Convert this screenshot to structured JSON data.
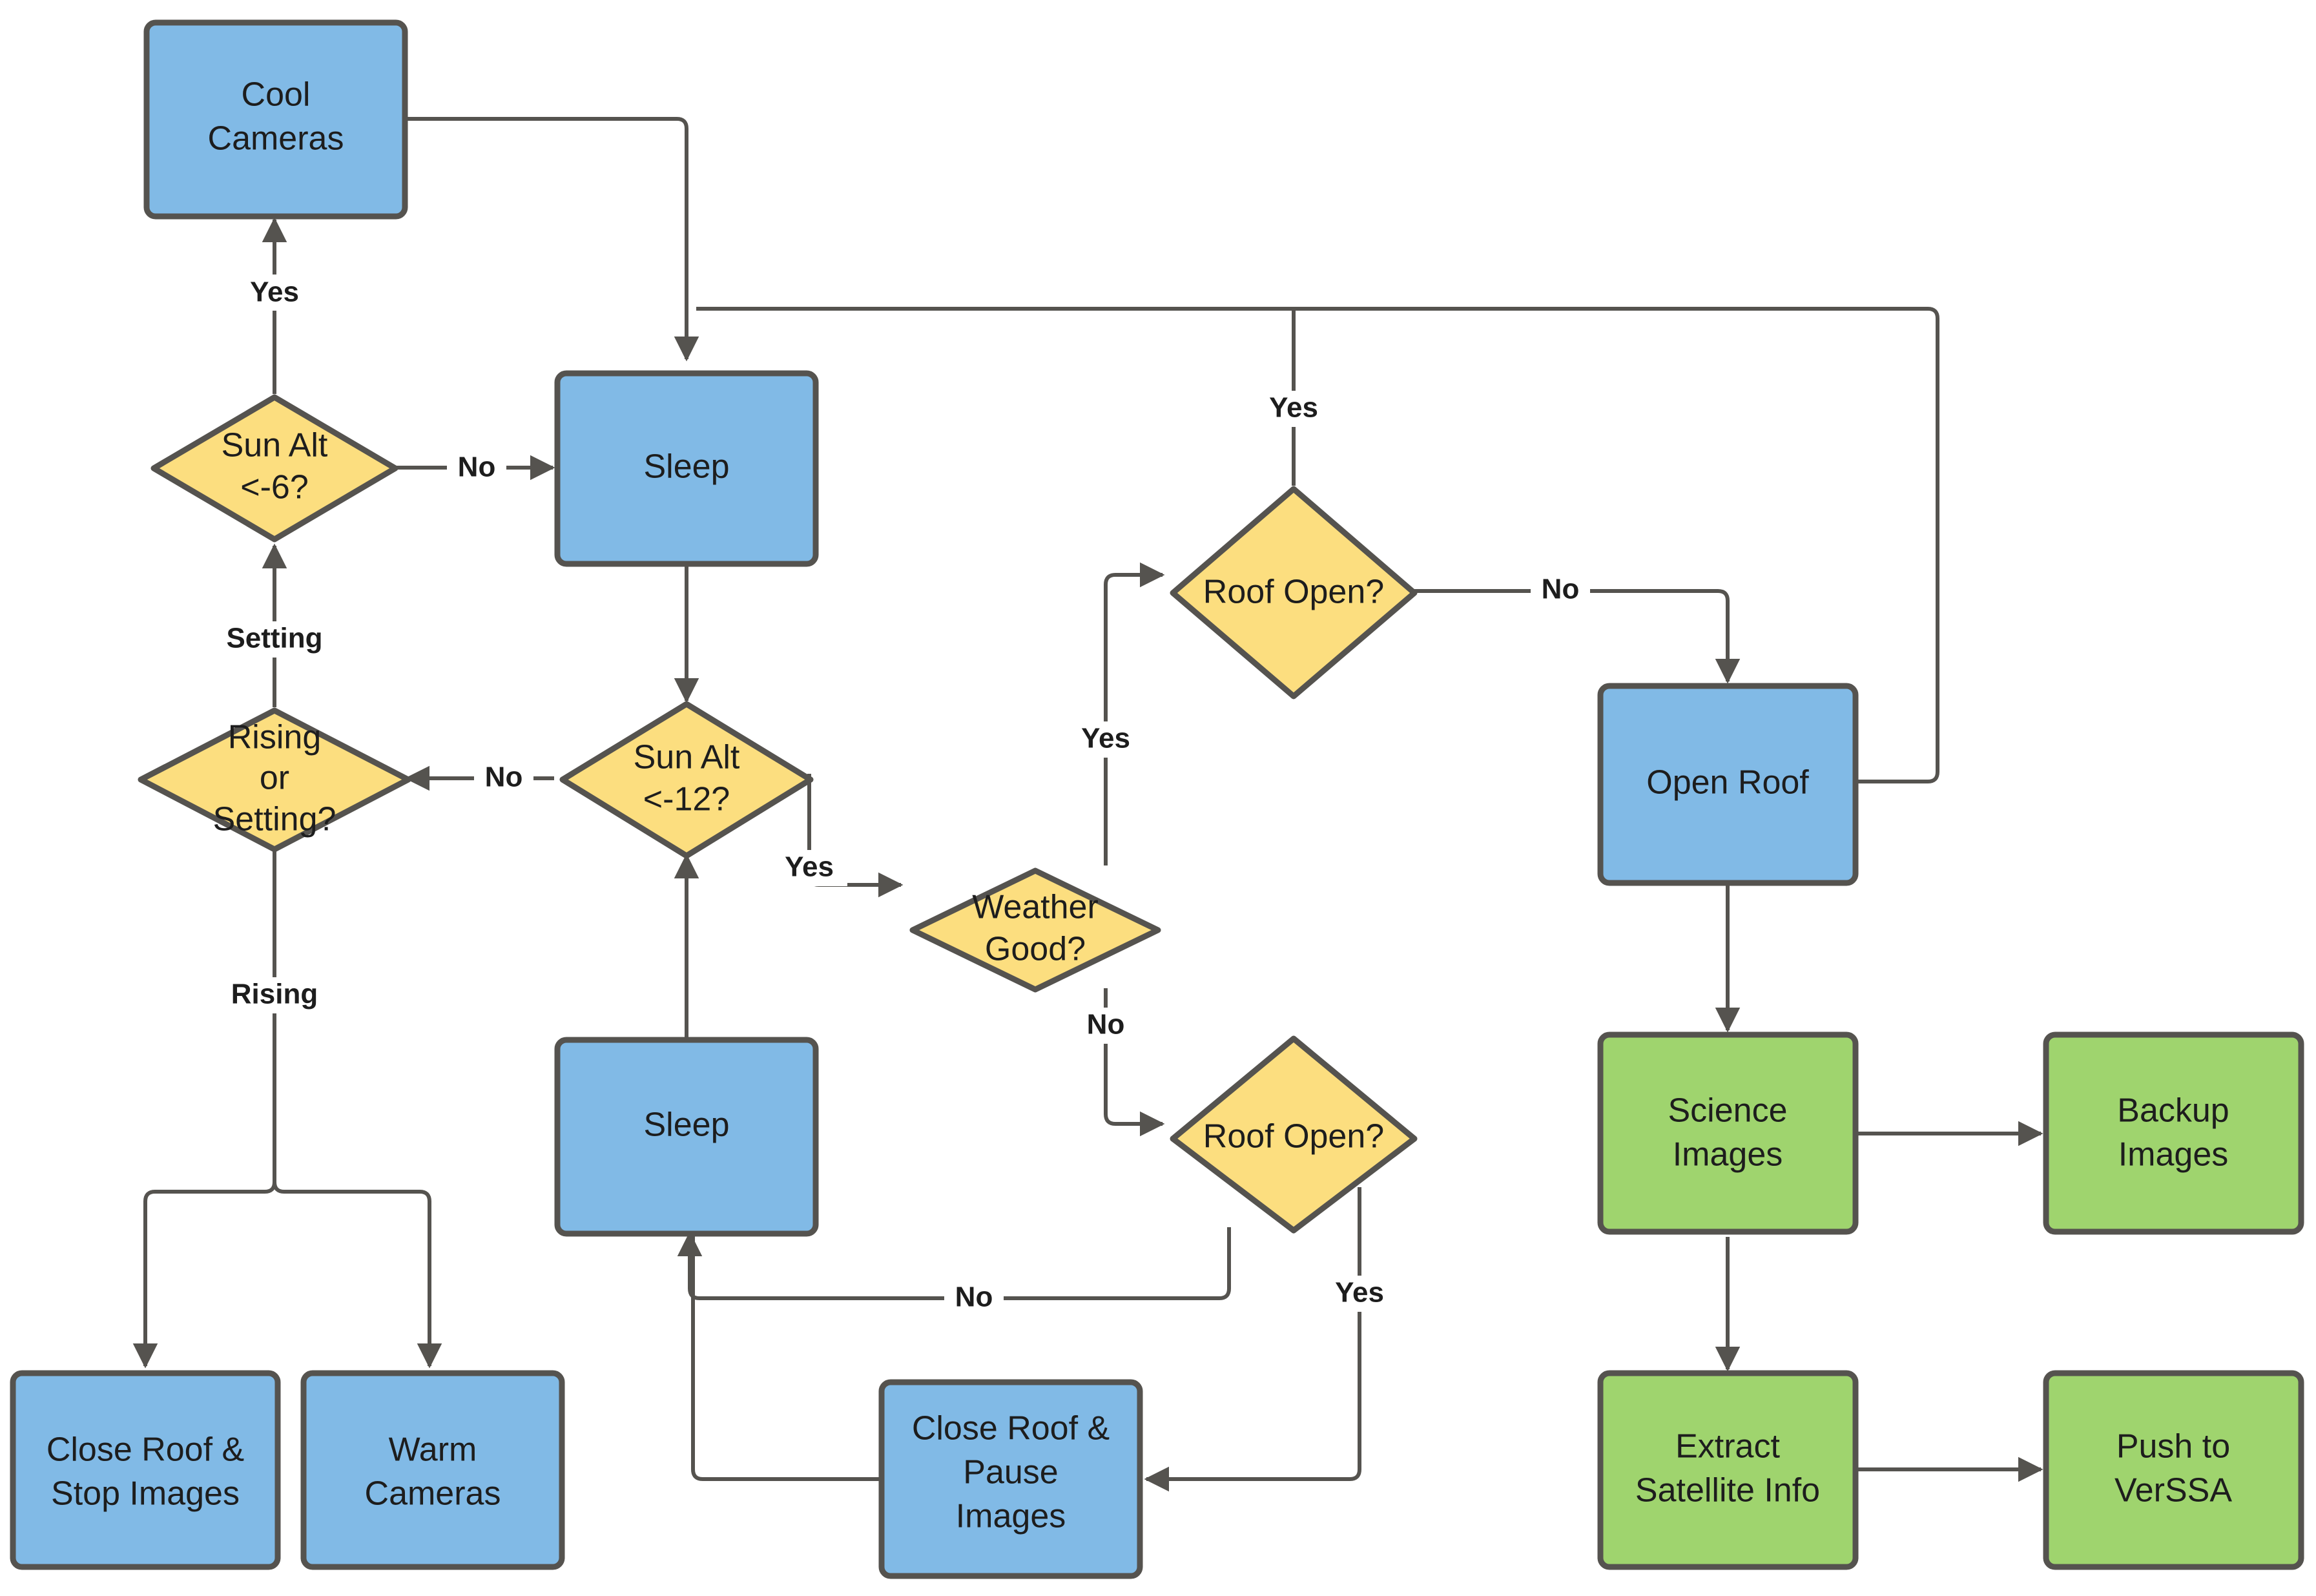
{
  "diagram": {
    "title": "Observatory Automation Flowchart",
    "colors": {
      "process_blue": "#81bae6",
      "decision_yellow": "#fcde7f",
      "data_green": "#9fd46e",
      "stroke": "#55534f",
      "text": "#1d1d1d",
      "background": "#ffffff"
    },
    "nodes": [
      {
        "id": "cool_cameras",
        "label": "Cool Cameras",
        "shape": "process",
        "color": "process_blue"
      },
      {
        "id": "sun_alt_6",
        "label": "Sun Alt <-6?",
        "shape": "decision",
        "color": "decision_yellow"
      },
      {
        "id": "sleep_top",
        "label": "Sleep",
        "shape": "process",
        "color": "process_blue"
      },
      {
        "id": "rising_or_setting",
        "label": "Rising or Setting?",
        "shape": "decision",
        "color": "decision_yellow"
      },
      {
        "id": "sun_alt_12",
        "label": "Sun Alt <-12?",
        "shape": "decision",
        "color": "decision_yellow"
      },
      {
        "id": "weather_good",
        "label": "Weather Good?",
        "shape": "decision",
        "color": "decision_yellow"
      },
      {
        "id": "roof_open_top",
        "label": "Roof Open?",
        "shape": "decision",
        "color": "decision_yellow"
      },
      {
        "id": "roof_open_bottom",
        "label": "Roof Open?",
        "shape": "decision",
        "color": "decision_yellow"
      },
      {
        "id": "open_roof",
        "label": "Open Roof",
        "shape": "process",
        "color": "process_blue"
      },
      {
        "id": "sleep_bottom",
        "label": "Sleep",
        "shape": "process",
        "color": "process_blue"
      },
      {
        "id": "close_roof_stop",
        "label": "Close Roof & Stop Images",
        "shape": "process",
        "color": "process_blue"
      },
      {
        "id": "warm_cameras",
        "label": "Warm Cameras",
        "shape": "process",
        "color": "process_blue"
      },
      {
        "id": "close_roof_pause",
        "label": "Close Roof & Pause Images",
        "shape": "process",
        "color": "process_blue"
      },
      {
        "id": "science_images",
        "label": "Science Images",
        "shape": "process",
        "color": "data_green"
      },
      {
        "id": "backup_images",
        "label": "Backup Images",
        "shape": "process",
        "color": "data_green"
      },
      {
        "id": "extract_satellite",
        "label": "Extract Satellite Info",
        "shape": "process",
        "color": "data_green"
      },
      {
        "id": "push_verssa",
        "label": "Push to VerSSA",
        "shape": "process",
        "color": "data_green"
      }
    ],
    "node_text": {
      "cool_cameras": {
        "line1": "Cool",
        "line2": "Cameras"
      },
      "sun_alt_6": {
        "line1": "Sun Alt",
        "line2": "<-6?"
      },
      "sleep_top": {
        "line1": "Sleep"
      },
      "rising_or_setting": {
        "line1": "Rising",
        "line2": "or",
        "line3": "Setting?"
      },
      "sun_alt_12": {
        "line1": "Sun Alt",
        "line2": "<-12?"
      },
      "weather_good": {
        "line1": "Weather",
        "line2": "Good?"
      },
      "roof_open_top": {
        "line1": "Roof Open?"
      },
      "roof_open_bottom": {
        "line1": "Roof Open?"
      },
      "open_roof": {
        "line1": "Open Roof"
      },
      "sleep_bottom": {
        "line1": "Sleep"
      },
      "close_roof_stop": {
        "line1": "Close Roof &",
        "line2": "Stop Images"
      },
      "warm_cameras": {
        "line1": "Warm",
        "line2": "Cameras"
      },
      "close_roof_pause": {
        "line1": "Close Roof &",
        "line2": "Pause",
        "line3": "Images"
      },
      "science_images": {
        "line1": "Science",
        "line2": "Images"
      },
      "backup_images": {
        "line1": "Backup",
        "line2": "Images"
      },
      "extract_satellite": {
        "line1": "Extract",
        "line2": "Satellite Info"
      },
      "push_verssa": {
        "line1": "Push to",
        "line2": "VerSSA"
      }
    },
    "edges": [
      {
        "id": "e1",
        "from": "sun_alt_6",
        "to": "cool_cameras",
        "label": "Yes"
      },
      {
        "id": "e2",
        "from": "sun_alt_6",
        "to": "sleep_top",
        "label": "No"
      },
      {
        "id": "e3",
        "from": "cool_cameras",
        "to": "sleep_top",
        "label": ""
      },
      {
        "id": "e4",
        "from": "rising_or_setting",
        "to": "sun_alt_6",
        "label": "Setting"
      },
      {
        "id": "e5",
        "from": "sun_alt_12",
        "to": "rising_or_setting",
        "label": "No"
      },
      {
        "id": "e6",
        "from": "sleep_top",
        "to": "sun_alt_12",
        "label": ""
      },
      {
        "id": "e7",
        "from": "rising_or_setting",
        "to": "close_roof_stop",
        "label": "Rising"
      },
      {
        "id": "e8",
        "from": "rising_or_setting",
        "to": "warm_cameras",
        "label": "Rising"
      },
      {
        "id": "e9",
        "from": "sun_alt_12",
        "to": "weather_good",
        "label": "Yes"
      },
      {
        "id": "e10",
        "from": "weather_good",
        "to": "roof_open_top",
        "label": "Yes"
      },
      {
        "id": "e11",
        "from": "weather_good",
        "to": "roof_open_bottom",
        "label": "No"
      },
      {
        "id": "e12",
        "from": "roof_open_top",
        "to": "open_roof",
        "label": "No"
      },
      {
        "id": "e13",
        "from": "roof_open_top",
        "to": "science_images",
        "label": "Yes"
      },
      {
        "id": "e14",
        "from": "open_roof",
        "to": "science_images",
        "label": ""
      },
      {
        "id": "e15",
        "from": "open_roof",
        "to": "roof_open_top",
        "label": ""
      },
      {
        "id": "e16",
        "from": "roof_open_bottom",
        "to": "sleep_bottom",
        "label": "No"
      },
      {
        "id": "e17",
        "from": "roof_open_bottom",
        "to": "close_roof_pause",
        "label": "Yes"
      },
      {
        "id": "e18",
        "from": "close_roof_pause",
        "to": "sleep_bottom",
        "label": ""
      },
      {
        "id": "e19",
        "from": "sleep_bottom",
        "to": "sun_alt_12",
        "label": ""
      },
      {
        "id": "e20",
        "from": "science_images",
        "to": "backup_images",
        "label": ""
      },
      {
        "id": "e21",
        "from": "science_images",
        "to": "extract_satellite",
        "label": ""
      },
      {
        "id": "e22",
        "from": "extract_satellite",
        "to": "push_verssa",
        "label": ""
      }
    ],
    "edge_labels": {
      "yes_cool_cameras": "Yes",
      "no_sun_alt_6": "No",
      "setting": "Setting",
      "rising": "Rising",
      "no_sun_alt_12": "No",
      "yes_sun_alt_12": "Yes",
      "yes_weather_good": "Yes",
      "no_weather_good": "No",
      "no_roof_open_top": "No",
      "yes_roof_open_top": "Yes",
      "no_roof_open_bottom": "No",
      "yes_roof_open_bottom": "Yes"
    }
  }
}
